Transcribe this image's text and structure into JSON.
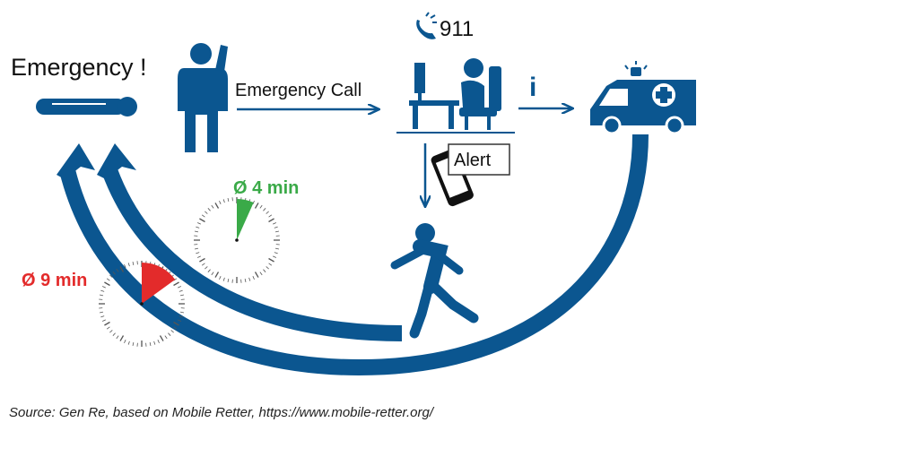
{
  "labels": {
    "emergency": "Emergency !",
    "emergency_call": "Emergency Call",
    "phone_number": "911",
    "alert": "Alert",
    "info_symbol": "i",
    "time_responder": "Ø 4 min",
    "time_ambulance": "Ø 9 min"
  },
  "timers": {
    "responder_minutes": 4,
    "ambulance_minutes": 9
  },
  "source": "Source: Gen Re, based on Mobile Retter, https://www.mobile-retter.org/",
  "colors": {
    "primary": "#0b5690",
    "green": "#3aaa48",
    "red": "#e32b2b",
    "black": "#111111"
  }
}
